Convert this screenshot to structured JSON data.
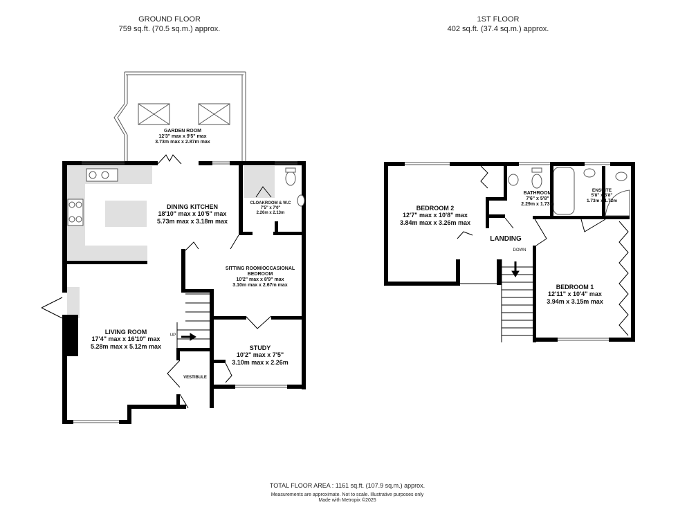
{
  "ground_floor": {
    "title": "GROUND FLOOR",
    "area": "759 sq.ft. (70.5 sq.m.) approx.",
    "rooms": [
      {
        "name": "GARDEN ROOM",
        "imperial": "12'3\" max x 9'5\" max",
        "metric": "3.73m max x 2.87m max"
      },
      {
        "name": "DINING KITCHEN",
        "imperial": "18'10\" max x 10'5\" max",
        "metric": "5.73m max x 3.18m max"
      },
      {
        "name": "CLOAKROOM & W.C",
        "imperial": "7'5\" x 7'0\"",
        "metric": "2.26m x 2.13m"
      },
      {
        "name": "SITTING ROOM/OCCASIONAL BEDROOM",
        "imperial": "10'2\" max x 8'9\" max",
        "metric": "3.10m max x 2.67m max"
      },
      {
        "name": "LIVING ROOM",
        "imperial": "17'4\" max x 16'10\" max",
        "metric": "5.28m max x 5.12m max"
      },
      {
        "name": "STUDY",
        "imperial": "10'2\" max x 7'5\"",
        "metric": "3.10m max x 2.26m"
      },
      {
        "name": "VESTIBULE"
      }
    ],
    "stair_label": "UP"
  },
  "first_floor": {
    "title": "1ST FLOOR",
    "area": "402 sq.ft. (37.4 sq.m.) approx.",
    "rooms": [
      {
        "name": "BEDROOM 2",
        "imperial": "12'7\" max x 10'8\" max",
        "metric": "3.84m max x 3.26m max"
      },
      {
        "name": "BATHROOM",
        "imperial": "7'6\" x 5'8\"",
        "metric": "2.29m x 1.73m"
      },
      {
        "name": "ENSUITE",
        "imperial": "5'8\" x 5'8\"",
        "metric": "1.73m x 1.72m"
      },
      {
        "name": "LANDING"
      },
      {
        "name": "BEDROOM 1",
        "imperial": "12'11\" x 10'4\" max",
        "metric": "3.94m x 3.15m max"
      }
    ],
    "stair_label": "DOWN"
  },
  "footer": {
    "total": "TOTAL FLOOR AREA : 1161 sq.ft. (107.9 sq.m.) approx.",
    "disclaimer": "Measurements are approximate.  Not to scale.  Illustrative purposes only",
    "credit": "Made with Metropix ©2025"
  },
  "colors": {
    "wall": "#000000",
    "fixture_fill": "#e0e0e0"
  }
}
